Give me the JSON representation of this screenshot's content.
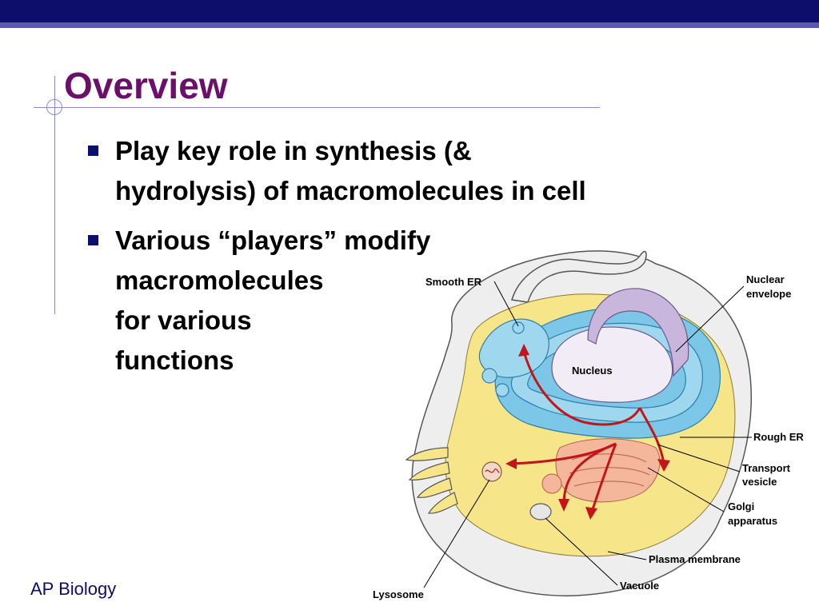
{
  "slide": {
    "title": "Overview",
    "bullets": [
      {
        "line1": "Play key role in synthesis (&",
        "line2": "hydrolysis) of macromolecules in cell"
      },
      {
        "line1": "Various “players” modify",
        "line2": "macromolecules",
        "line3": "for various",
        "line4": "functions"
      }
    ],
    "footer": "AP Biology"
  },
  "diagram": {
    "labels": {
      "smooth_er": "Smooth ER",
      "nuclear_envelope_1": "Nuclear",
      "nuclear_envelope_2": "envelope",
      "nucleus": "Nucleus",
      "rough_er": "Rough ER",
      "transport_vesicle_1": "Transport",
      "transport_vesicle_2": "vesicle",
      "golgi_1": "Golgi",
      "golgi_2": "apparatus",
      "plasma_membrane": "Plasma membrane",
      "vacuole": "Vacuole",
      "lysosome": "Lysosome"
    },
    "colors": {
      "cytoplasm": "#f7e58a",
      "membrane": "#eeeeee",
      "er": "#7cc6e8",
      "nucleus": "#c9b6dd",
      "golgi": "#f5b79b",
      "arrow": "#c4141a"
    }
  }
}
